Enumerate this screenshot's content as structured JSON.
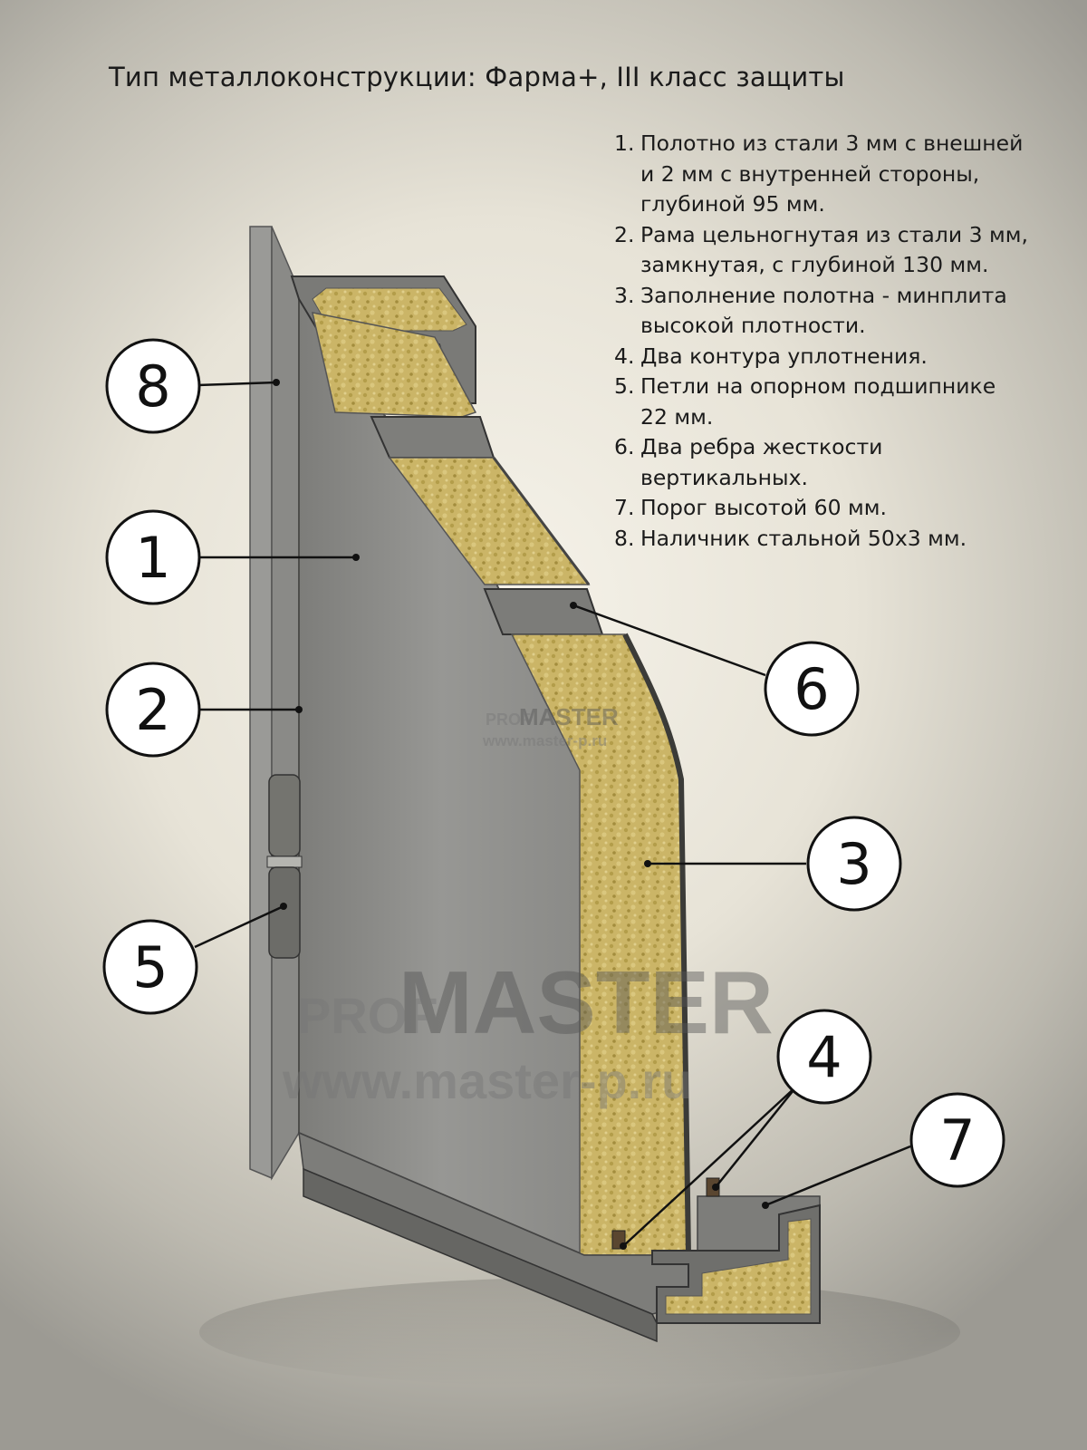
{
  "title": "Тип металлоконструкции: Фарма+, III класс защиты",
  "specs": [
    {
      "num": "1.",
      "lines": [
        "Полотно из стали 3 мм с внешней",
        "и 2 мм с внутренней стороны,",
        "глубиной 95 мм."
      ]
    },
    {
      "num": "2.",
      "lines": [
        "Рама цельногнутая из стали 3 мм,",
        "замкнутая, с глубиной 130 мм."
      ]
    },
    {
      "num": "3.",
      "lines": [
        "Заполнение полотна - минплита",
        "высокой плотности."
      ]
    },
    {
      "num": "4.",
      "lines": [
        "Два контура уплотнения."
      ]
    },
    {
      "num": "5.",
      "lines": [
        "Петли на опорном подшипнике",
        "22 мм."
      ]
    },
    {
      "num": "6.",
      "lines": [
        "Два ребра жесткости",
        "вертикальных."
      ]
    },
    {
      "num": "7.",
      "lines": [
        "Порог высотой 60 мм."
      ]
    },
    {
      "num": "8.",
      "lines": [
        "Наличник стальной 50х3 мм."
      ]
    }
  ],
  "callouts": {
    "c1": "1",
    "c2": "2",
    "c3": "3",
    "c4": "4",
    "c5": "5",
    "c6": "6",
    "c7": "7",
    "c8": "8"
  },
  "watermark": {
    "prof": "PROF",
    "master": "MASTER",
    "url": "www.master-p.ru"
  },
  "colors": {
    "steel": "#8f8f8c",
    "steel_dark": "#5f5f5c",
    "insulation": "#cdb86a",
    "insulation_dark": "#a8923f"
  }
}
